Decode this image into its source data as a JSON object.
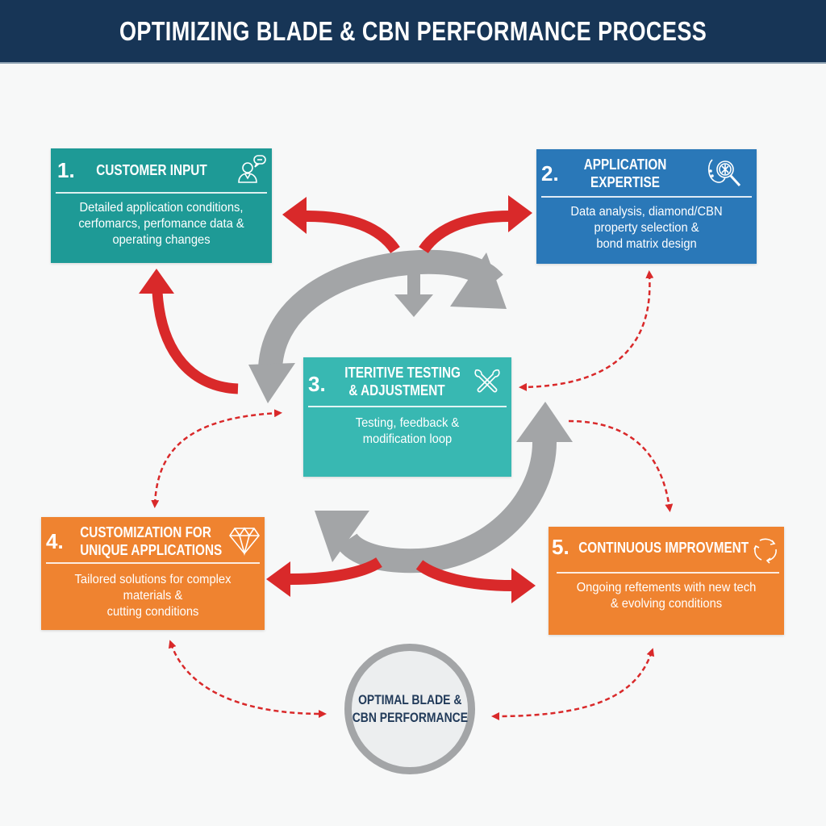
{
  "header": {
    "title": "OPTIMIZING BLADE & CBN PERFORMANCE PROCESS"
  },
  "colors": {
    "header_bg": "#173556",
    "step1": "#1e9a96",
    "step2": "#2a78b8",
    "step3": "#38b8b2",
    "step4": "#ef8330",
    "step5": "#ef8330",
    "red_arrow": "#d9292a",
    "gray_arrow": "#a3a5a7",
    "goal_text": "#223b5a"
  },
  "steps": [
    {
      "number": "1.",
      "title_lines": [
        "CUSTOMER INPUT"
      ],
      "icon": "customer-speech-icon",
      "description_lines": [
        "Detailed application conditions,",
        "cerfomarcs, perfomance data &",
        "operating changes"
      ]
    },
    {
      "number": "2.",
      "title_lines": [
        "APPLICATION",
        "EXPERTISE"
      ],
      "icon": "magnifier-analysis-icon",
      "description_lines": [
        "Data analysis, diamond/CBN",
        "property selection &",
        "bond matrix design"
      ]
    },
    {
      "number": "3.",
      "title_lines": [
        "ITERITIVE TESTING",
        "& ADJUSTMENT"
      ],
      "icon": "wrench-tools-icon",
      "description_lines": [
        "Testing, feedback &",
        "modification loop"
      ]
    },
    {
      "number": "4.",
      "title_lines": [
        "CUSTOMIZATION FOR",
        "UNIQUE APPLICATIONS"
      ],
      "icon": "diamond-icon",
      "description_lines": [
        "Tailored solutions for complex",
        "materials &",
        "cutting conditions"
      ]
    },
    {
      "number": "5.",
      "title_lines": [
        "CONTINUOUS IMPROVMENT"
      ],
      "icon": "cycle-arrows-icon",
      "description_lines": [
        "Ongoing reftements with new tech",
        "& evolving conditions"
      ]
    }
  ],
  "goal": {
    "lines": [
      "OPTIMAL BLADE &",
      "CBN PERFORMANCE"
    ]
  }
}
